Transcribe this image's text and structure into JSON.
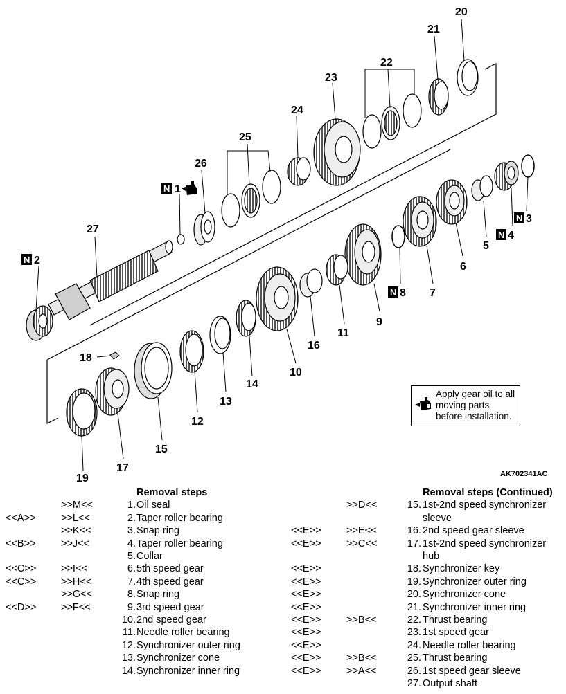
{
  "figure": {
    "figure_code": "AK702341AC",
    "callouts": [
      "1",
      "2",
      "3",
      "4",
      "5",
      "6",
      "7",
      "8",
      "9",
      "10",
      "11",
      "12",
      "13",
      "14",
      "15",
      "16",
      "17",
      "18",
      "19",
      "20",
      "21",
      "22",
      "23",
      "24",
      "25",
      "26",
      "27"
    ],
    "n_badges": [
      "N",
      "N",
      "N",
      "N"
    ],
    "note": "Apply gear oil to all moving parts before installation."
  },
  "left_table": {
    "heading": "Removal steps",
    "rows": [
      {
        "a": "",
        "b": ">>M<<",
        "num": "1.",
        "name": "Oil seal"
      },
      {
        "a": "<<A>>",
        "b": ">>L<<",
        "num": "2.",
        "name": "Taper roller bearing"
      },
      {
        "a": "",
        "b": ">>K<<",
        "num": "3.",
        "name": "Snap ring"
      },
      {
        "a": "<<B>>",
        "b": ">>J<<",
        "num": "4.",
        "name": "Taper roller bearing"
      },
      {
        "a": "",
        "b": "",
        "num": "5.",
        "name": "Collar"
      },
      {
        "a": "<<C>>",
        "b": ">>I<<",
        "num": "6.",
        "name": "5th speed gear"
      },
      {
        "a": "<<C>>",
        "b": ">>H<<",
        "num": "7.",
        "name": "4th speed gear"
      },
      {
        "a": "",
        "b": ">>G<<",
        "num": "8.",
        "name": "Snap ring"
      },
      {
        "a": "<<D>>",
        "b": ">>F<<",
        "num": "9.",
        "name": "3rd speed gear"
      },
      {
        "a": "",
        "b": "",
        "num": "10.",
        "name": "2nd speed gear"
      },
      {
        "a": "",
        "b": "",
        "num": "11.",
        "name": "Needle roller bearing"
      },
      {
        "a": "",
        "b": "",
        "num": "12.",
        "name": "Synchronizer outer ring"
      },
      {
        "a": "",
        "b": "",
        "num": "13.",
        "name": "Synchronizer cone"
      },
      {
        "a": "",
        "b": "",
        "num": "14.",
        "name": "Synchronizer inner ring"
      }
    ]
  },
  "right_table": {
    "heading": "Removal steps (Continued)",
    "rows": [
      {
        "a": "",
        "b": ">>D<<",
        "num": "15.",
        "name": "1st-2nd speed synchronizer sleeve"
      },
      {
        "a": "<<E>>",
        "b": ">>E<<",
        "num": "16.",
        "name": "2nd speed gear sleeve"
      },
      {
        "a": "<<E>>",
        "b": ">>C<<",
        "num": "17.",
        "name": "1st-2nd speed synchronizer hub"
      },
      {
        "a": "<<E>>",
        "b": "",
        "num": "18.",
        "name": "Synchronizer key"
      },
      {
        "a": "<<E>>",
        "b": "",
        "num": "19.",
        "name": "Synchronizer outer ring"
      },
      {
        "a": "<<E>>",
        "b": "",
        "num": "20.",
        "name": "Synchronizer cone"
      },
      {
        "a": "<<E>>",
        "b": "",
        "num": "21.",
        "name": "Synchronizer inner ring"
      },
      {
        "a": "<<E>>",
        "b": ">>B<<",
        "num": "22.",
        "name": "Thrust bearing"
      },
      {
        "a": "<<E>>",
        "b": "",
        "num": "23.",
        "name": "1st speed gear"
      },
      {
        "a": "<<E>>",
        "b": "",
        "num": "24.",
        "name": "Needle roller bearing"
      },
      {
        "a": "<<E>>",
        "b": ">>B<<",
        "num": "25.",
        "name": "Thrust bearing"
      },
      {
        "a": "<<E>>",
        "b": ">>A<<",
        "num": "26.",
        "name": "1st speed gear sleeve"
      },
      {
        "a": "",
        "b": "",
        "num": "27.",
        "name": "Output shaft"
      }
    ]
  }
}
